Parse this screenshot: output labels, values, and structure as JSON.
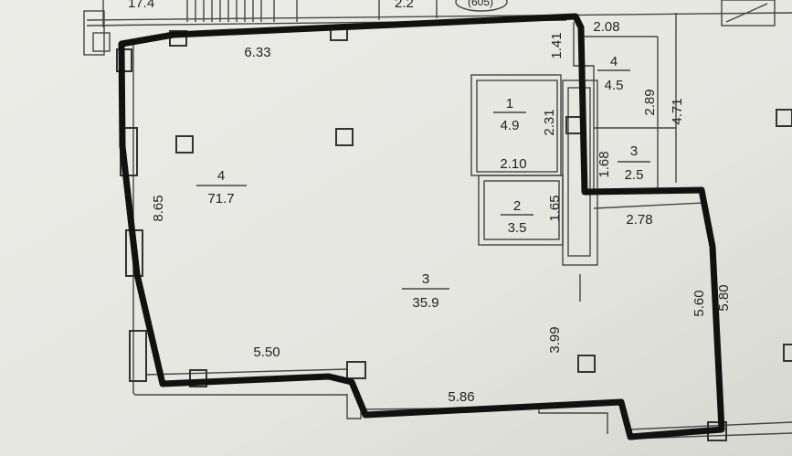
{
  "top_labels": {
    "partial_left": "17.4",
    "partial_mid": "2.2",
    "partial_circle": "(605)"
  },
  "rooms": [
    {
      "id": "big",
      "number": "4",
      "area": "71.7"
    },
    {
      "id": "main",
      "number": "3",
      "area": "35.9"
    },
    {
      "id": "small1",
      "number": "1",
      "area": "4.9"
    },
    {
      "id": "small2",
      "number": "2",
      "area": "3.5"
    },
    {
      "id": "topright",
      "number": "4",
      "area": "4.5"
    },
    {
      "id": "midright",
      "number": "3",
      "area": "2.5"
    }
  ],
  "dimensions": {
    "top_wall": "6.33",
    "left_wall": "8.65",
    "bottom_left": "5.50",
    "bottom_mid": "5.86",
    "inner_vertical": "3.99",
    "right_inner": "5.60",
    "right_outer": "5.80",
    "ledge": "2.78",
    "top_right": "2.08",
    "shaft_top": "1.41",
    "r4_height": "2.89",
    "r4_height_outer": "4.71",
    "r1_height": "2.31",
    "r1_width": "2.10",
    "r2_height": "1.65",
    "r3_height": "1.68"
  },
  "colors": {
    "paper": "#e9e9e5",
    "ink": "#111111",
    "line": "#444444"
  }
}
